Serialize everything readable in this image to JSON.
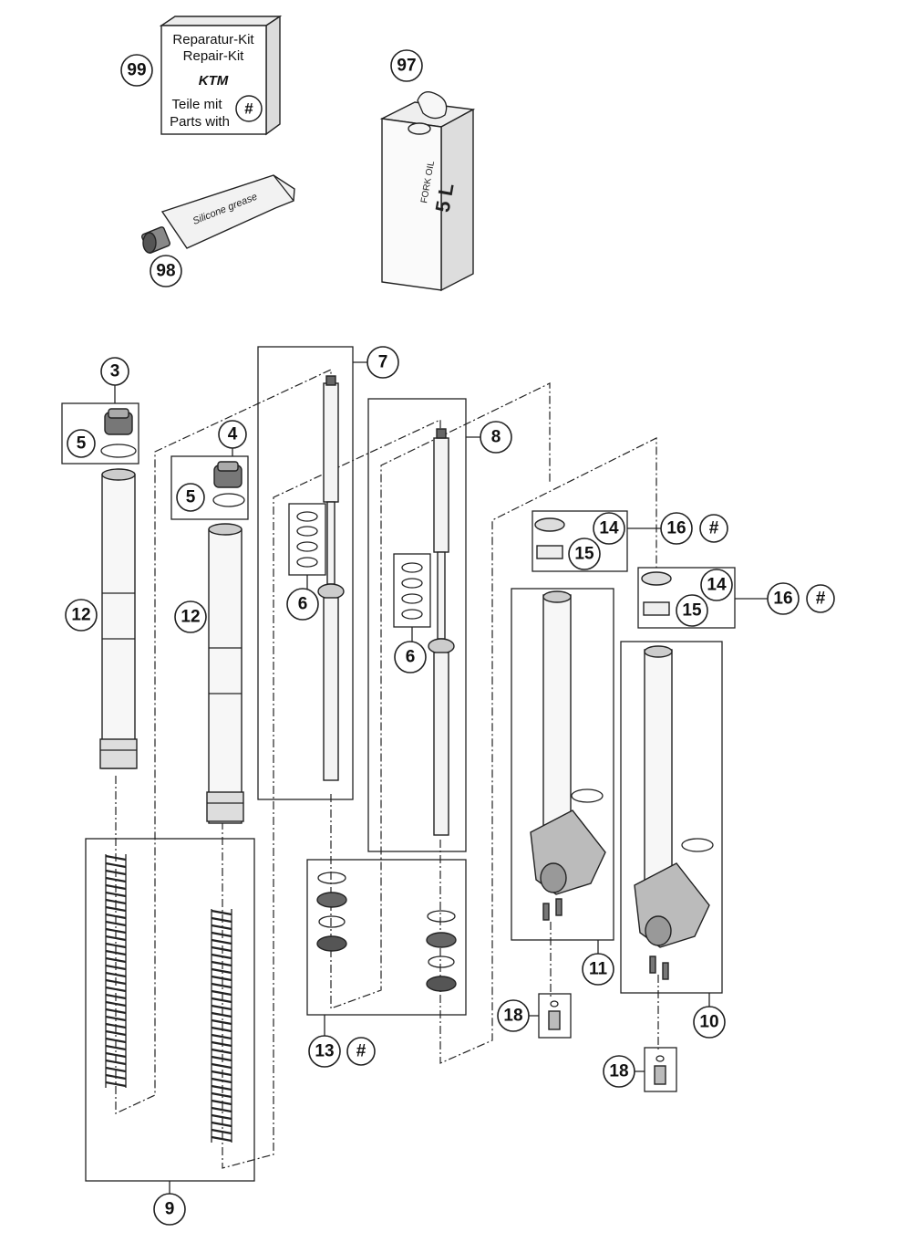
{
  "kit": {
    "line1": "Reparatur-Kit",
    "line2": "Repair-Kit",
    "brand": "KTM",
    "line3": "Teile mit",
    "line4": "Parts with",
    "mark": "#"
  },
  "tube_label": "Silicone grease",
  "can": {
    "label": "FORK OIL",
    "volume": "5 L"
  },
  "callouts": {
    "p99": "99",
    "p97": "97",
    "p98": "98",
    "p3": "3",
    "p4": "4",
    "p5a": "5",
    "p5b": "5",
    "p7": "7",
    "p8": "8",
    "p6a": "6",
    "p6b": "6",
    "p12a": "12",
    "p12b": "12",
    "p14a": "14",
    "p15a": "15",
    "p16a": "16",
    "h16a": "#",
    "p14b": "14",
    "p15b": "15",
    "p16b": "16",
    "h16b": "#",
    "p11": "11",
    "p10": "10",
    "p13": "13",
    "h13": "#",
    "p18a": "18",
    "p18b": "18",
    "p9": "9"
  }
}
